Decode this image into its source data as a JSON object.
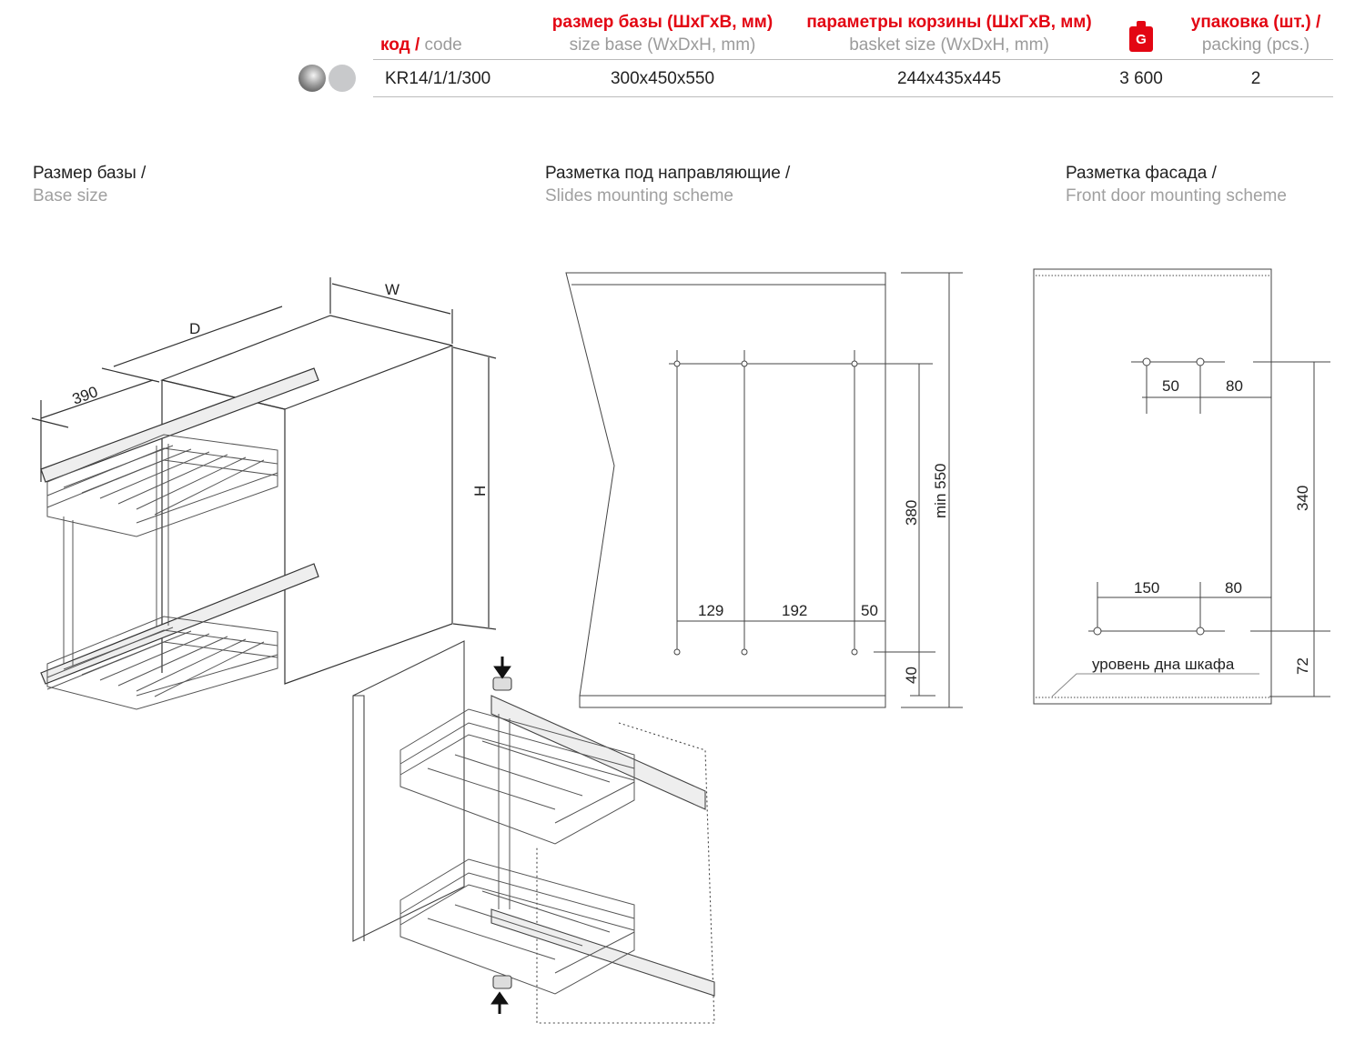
{
  "table": {
    "headers": {
      "code_ru": "код",
      "code_sep": " / ",
      "code_en": "code",
      "size_base_ru": "размер базы (ШхГхВ, мм)",
      "size_base_en": "size base (WxDxH, mm)",
      "basket_ru": "параметры корзины (ШхГхВ, мм)",
      "basket_en": "basket size (WxDxH, mm)",
      "weight_icon_letter": "G",
      "packing_ru": "упаковка (шт.) /",
      "packing_en": "packing (pcs.)"
    },
    "row": {
      "code": "KR14/1/1/300",
      "size_base": "300x450x550",
      "basket_size": "244x435x445",
      "weight": "3 600",
      "packing": "2"
    },
    "finish_swatches": [
      "chrome",
      "grey"
    ]
  },
  "sections": {
    "base": {
      "ru": "Размер базы /",
      "en": "Base size"
    },
    "slides": {
      "ru": "Разметка под направляющие /",
      "en": "Slides mounting scheme"
    },
    "facade": {
      "ru": "Разметка фасада /",
      "en": "Front door mounting scheme"
    }
  },
  "base_drawing": {
    "w": "W",
    "d": "D",
    "h": "H",
    "depth": "390"
  },
  "slides_drawing": {
    "d1": "129",
    "d2": "192",
    "d3": "50",
    "h1": "380",
    "h2": "min 550",
    "h3": "40"
  },
  "facade_drawing": {
    "top_a": "50",
    "top_b": "80",
    "bot_a": "150",
    "bot_b": "80",
    "h1": "340",
    "h2": "72",
    "floor_label": "уровень дна шкафа"
  },
  "colors": {
    "accent": "#e30613",
    "secondary": "#9b9b9b"
  }
}
